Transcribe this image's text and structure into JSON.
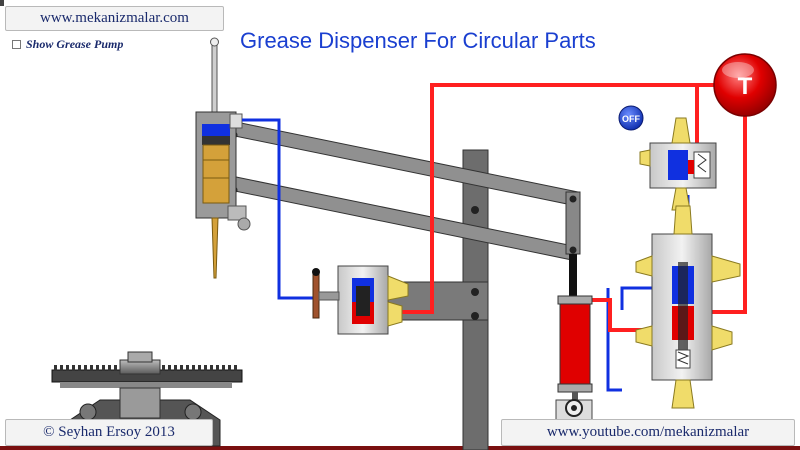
{
  "header": {
    "site_button": "www.mekanizmalar.com",
    "title": "Grease Dispenser For Circular Parts"
  },
  "options": {
    "show_grease_pump_label": "Show Grease Pump",
    "show_grease_pump_checked": false
  },
  "controls": {
    "off_button_label": "OFF",
    "t_button_label": "T"
  },
  "footer": {
    "copyright": "© Seyhan Ersoy 2013",
    "youtube": "www.youtube.com/mekanizmalar"
  },
  "colors": {
    "title": "#1a3fd0",
    "pressure_line": "#ff2020",
    "return_line": "#1030e0",
    "frame": "#777777",
    "off_button": "#1a3fd0",
    "t_button": "#e00000"
  }
}
